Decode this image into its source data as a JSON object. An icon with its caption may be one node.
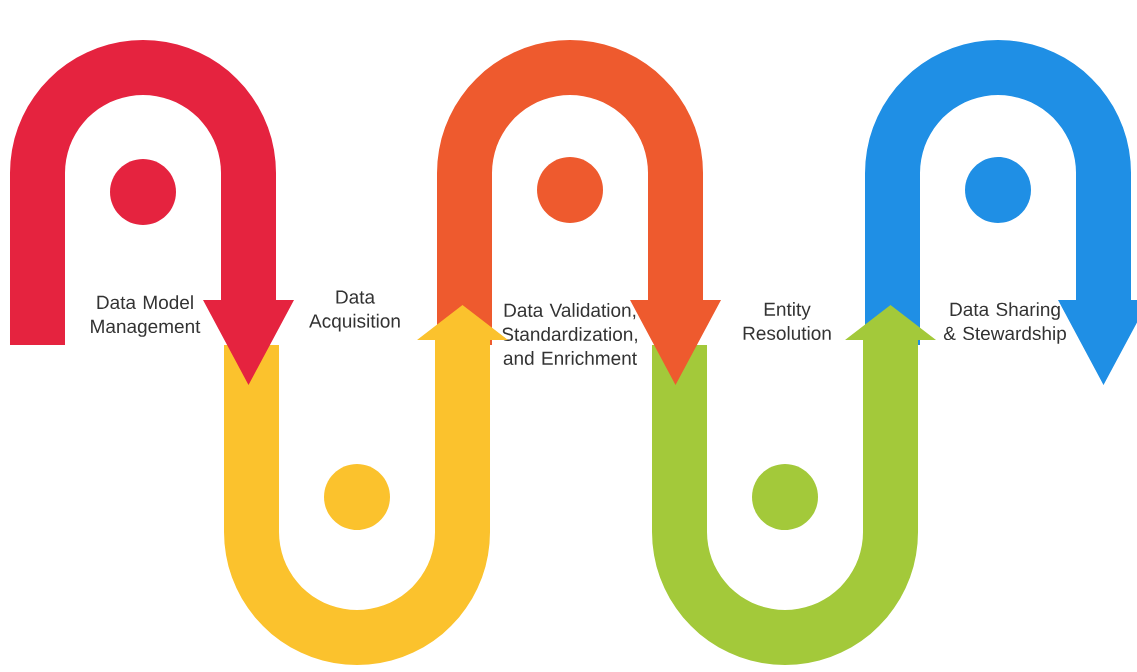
{
  "diagram": {
    "nodes": [
      {
        "text": [
          "Data Model Management"
        ]
      },
      {
        "text": [
          "Data Acquisition"
        ]
      },
      {
        "text": [
          "Data Validation, Standardization, and Enrichment"
        ]
      },
      {
        "text": [
          "Entity Resolution"
        ]
      },
      {
        "text": [
          "Data Sharing & Stewardship"
        ]
      }
    ]
  }
}
